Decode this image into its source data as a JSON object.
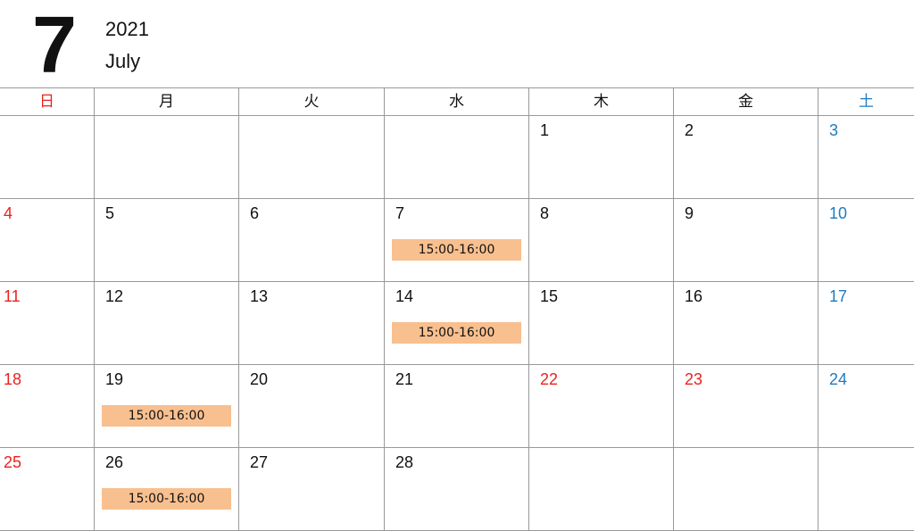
{
  "header": {
    "month_number": "7",
    "year": "2021",
    "month_name": "July"
  },
  "weekdays": [
    "日",
    "月",
    "火",
    "水",
    "木",
    "金",
    "土"
  ],
  "colors": {
    "sunday": "#e8231f",
    "saturday": "#1f7bbf",
    "holiday": "#e8231f",
    "event": "#f8bf8f"
  },
  "weeks": [
    [
      {
        "d": ""
      },
      {
        "d": ""
      },
      {
        "d": ""
      },
      {
        "d": ""
      },
      {
        "d": "1"
      },
      {
        "d": "2"
      },
      {
        "d": "3"
      }
    ],
    [
      {
        "d": "4"
      },
      {
        "d": "5"
      },
      {
        "d": "6"
      },
      {
        "d": "7",
        "event": "15:00-16:00"
      },
      {
        "d": "8"
      },
      {
        "d": "9"
      },
      {
        "d": "10"
      }
    ],
    [
      {
        "d": "11"
      },
      {
        "d": "12"
      },
      {
        "d": "13"
      },
      {
        "d": "14",
        "event": "15:00-16:00"
      },
      {
        "d": "15"
      },
      {
        "d": "16"
      },
      {
        "d": "17"
      }
    ],
    [
      {
        "d": "18"
      },
      {
        "d": "19",
        "event": "15:00-16:00"
      },
      {
        "d": "20"
      },
      {
        "d": "21"
      },
      {
        "d": "22",
        "holiday": true
      },
      {
        "d": "23",
        "holiday": true
      },
      {
        "d": "24"
      }
    ],
    [
      {
        "d": "25"
      },
      {
        "d": "26",
        "event": "15:00-16:00"
      },
      {
        "d": "27"
      },
      {
        "d": "28"
      },
      {
        "d": ""
      },
      {
        "d": ""
      },
      {
        "d": ""
      }
    ]
  ]
}
